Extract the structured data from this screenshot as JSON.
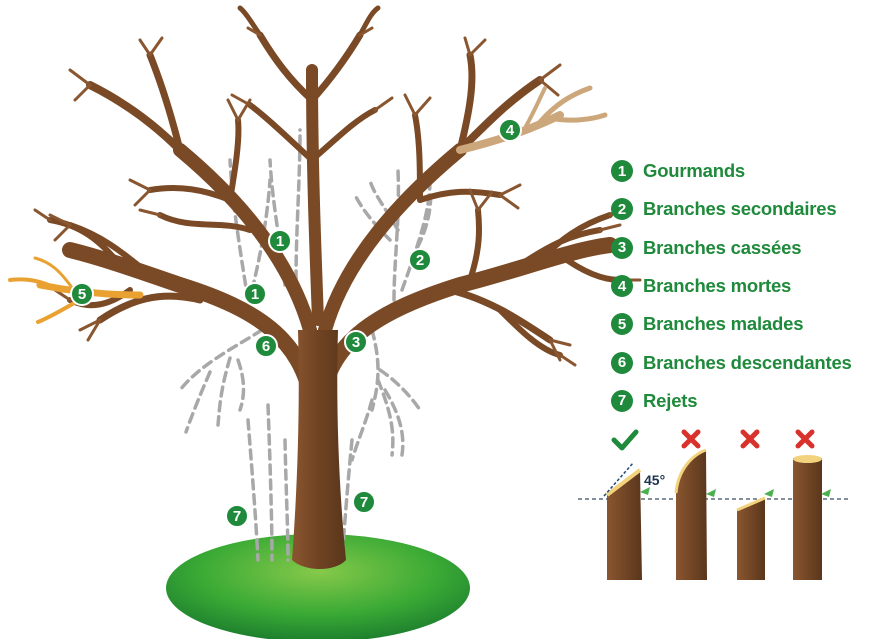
{
  "legend": [
    {
      "num": "1",
      "label": "Gourmands"
    },
    {
      "num": "2",
      "label": "Branches secondaires"
    },
    {
      "num": "3",
      "label": "Branches cassées"
    },
    {
      "num": "4",
      "label": "Branches mortes"
    },
    {
      "num": "5",
      "label": "Branches malades"
    },
    {
      "num": "6",
      "label": "Branches descendantes"
    },
    {
      "num": "7",
      "label": "Rejets"
    }
  ],
  "tree_markers": [
    "1",
    "1",
    "2",
    "3",
    "4",
    "5",
    "6",
    "7",
    "7"
  ],
  "cut_guide": {
    "angle_label": "45°",
    "check_icon": "check-icon",
    "cross_icon": "cross-icon"
  },
  "colors": {
    "green": "#1f8a3b",
    "trunk": "#7a4a26",
    "dead_branch": "#cda77c",
    "sick_branch": "#e9a232",
    "grass": "#3aaa35",
    "cross": "#d9312b",
    "dash": "#a8a8a8"
  }
}
